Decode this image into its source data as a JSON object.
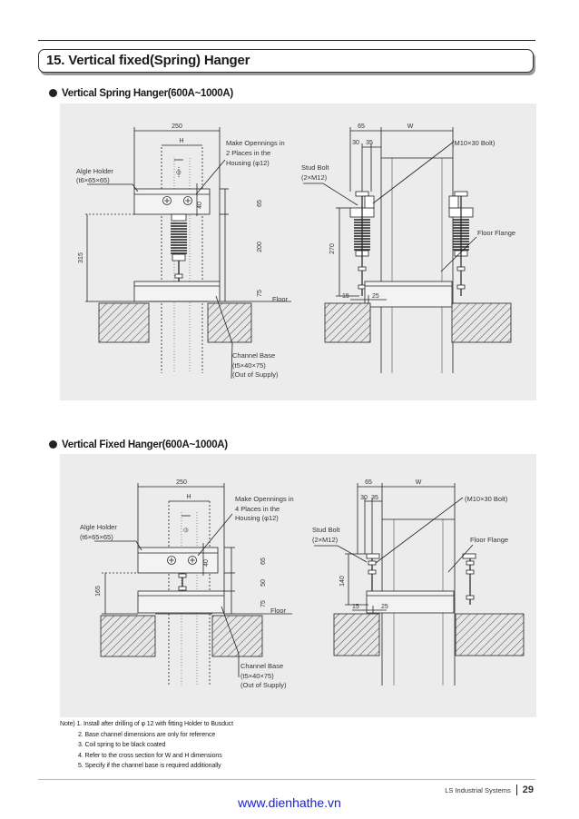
{
  "page": {
    "title": "15. Vertical fixed(Spring) Hanger",
    "footer_brand": "LS Industrial Systems",
    "page_number": "29",
    "site": "www.dienhathe.vn"
  },
  "section1": {
    "heading": "Vertical Spring Hanger(600A~1000A)",
    "left": {
      "dims": {
        "w250": "250",
        "h": "H",
        "d40": "40",
        "d65": "65",
        "d200": "200",
        "d315": "315",
        "d75": "75"
      },
      "labels": {
        "algle1": "Algle Holder",
        "algle2": "(t6×65×65)",
        "open1": "Make Opennings in",
        "open2": "2 Places in the",
        "open3": "Housing (φ12)",
        "floor": "Floor",
        "cb1": "Channel Base",
        "cb2": "(t5×40×75)",
        "cb3": "(Out of Supply)"
      }
    },
    "right": {
      "dims": {
        "d65": "65",
        "w": "W",
        "d30": "30",
        "d35": "35",
        "d270": "270",
        "d15": "15",
        "d25": "25"
      },
      "labels": {
        "bolt": "(M10×30 Bolt)",
        "stud1": "Stud Bolt",
        "stud2": "(2×M12)",
        "flange": "Floor Flange"
      }
    }
  },
  "section2": {
    "heading": "Vertical Fixed Hanger(600A~1000A)",
    "left": {
      "dims": {
        "w250": "250",
        "h": "H",
        "d40": "40",
        "d65": "65",
        "d50": "50",
        "d165": "165",
        "d75": "75"
      },
      "labels": {
        "algle1": "Algle Holder",
        "algle2": "(t6×65×65)",
        "open1": "Make Opennings in",
        "open2": "4 Places in the",
        "open3": "Housing (φ12)",
        "floor": "Floor",
        "cb1": "Channel Base",
        "cb2": "(t5×40×75)",
        "cb3": "(Out of Supply)"
      }
    },
    "right": {
      "dims": {
        "d65": "65",
        "w": "W",
        "d30": "30",
        "d35": "35",
        "d140": "140",
        "d15": "15",
        "d25": "25"
      },
      "labels": {
        "bolt": "(M10×30 Bolt)",
        "stud1": "Stud Bolt",
        "stud2": "(2×M12)",
        "flange": "Floor Flange"
      }
    }
  },
  "notes": {
    "n1": "Note) 1. Install after drilling of φ 12 with fitting Holder to Busduct",
    "n2": "2. Base channel dimensions are only for reference",
    "n3": "3. Coil spring to be black coated",
    "n4": "4. Refer to the cross section for W and H dimensions",
    "n5": "5. Specify if the channel base is required additionally"
  }
}
